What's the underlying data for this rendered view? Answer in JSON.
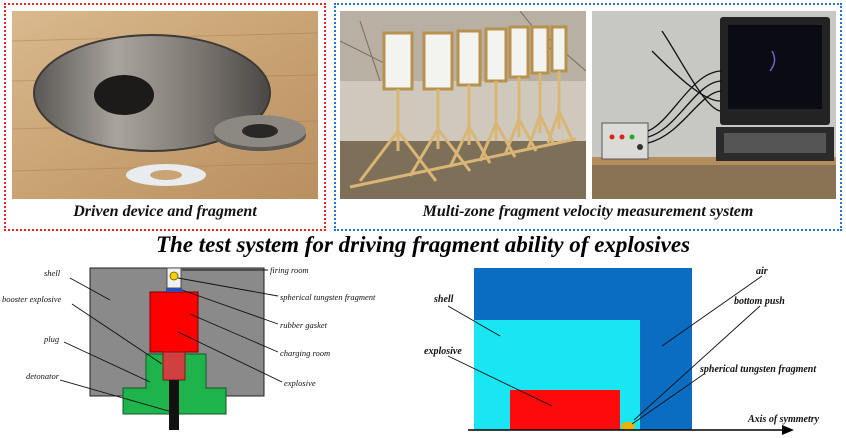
{
  "top_panels": {
    "left_caption": "Driven device and fragment",
    "right_caption": "Multi-zone fragment velocity measurement system"
  },
  "main_title": "The test system for driving fragment ability of explosives",
  "left_diagram": {
    "labels": {
      "shell": "shell",
      "booster": "booster explosive",
      "plug": "plug",
      "detonator": "detonator",
      "firing_room": "firing room",
      "tungsten": "spherical tungsten fragment",
      "gasket": "rubber gasket",
      "charging": "charging room",
      "explosive": "explosive"
    },
    "colors": {
      "shell": "#8a8a8a",
      "explosive": "#ff0000",
      "booster": "#d04040",
      "plug": "#1fb34b",
      "detonator": "#111111",
      "fragment": "#f5d000"
    }
  },
  "right_diagram": {
    "labels": {
      "air": "air",
      "shell": "shell",
      "bottom_push": "bottom push",
      "explosive": "explosive",
      "tungsten": "spherical tungsten fragment",
      "axis": "Axis of symmetry"
    },
    "colors": {
      "air": "#0a6dc2",
      "shell": "#19e6f2",
      "explosive": "#ff0a0a",
      "fragment": "#e8b400"
    }
  }
}
